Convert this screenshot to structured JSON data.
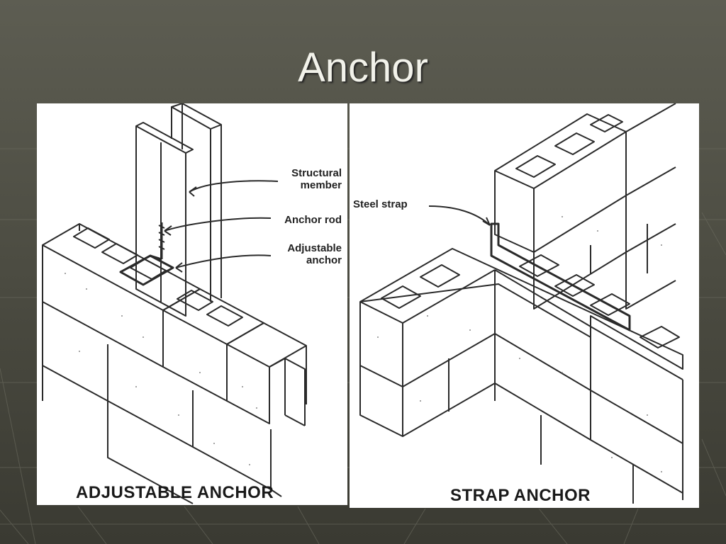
{
  "slide": {
    "title": "Anchor"
  },
  "left_figure": {
    "caption": "ADJUSTABLE ANCHOR",
    "callouts": {
      "structural_member": "Structural member",
      "anchor_rod": "Anchor rod",
      "adjustable_anchor": "Adjustable anchor"
    }
  },
  "right_figure": {
    "caption": "STRAP ANCHOR",
    "callouts": {
      "steel_strap": "Steel strap"
    }
  },
  "colors": {
    "background": "#4f4f45",
    "title": "#f2f2ea",
    "ink": "#2a2a2a"
  }
}
